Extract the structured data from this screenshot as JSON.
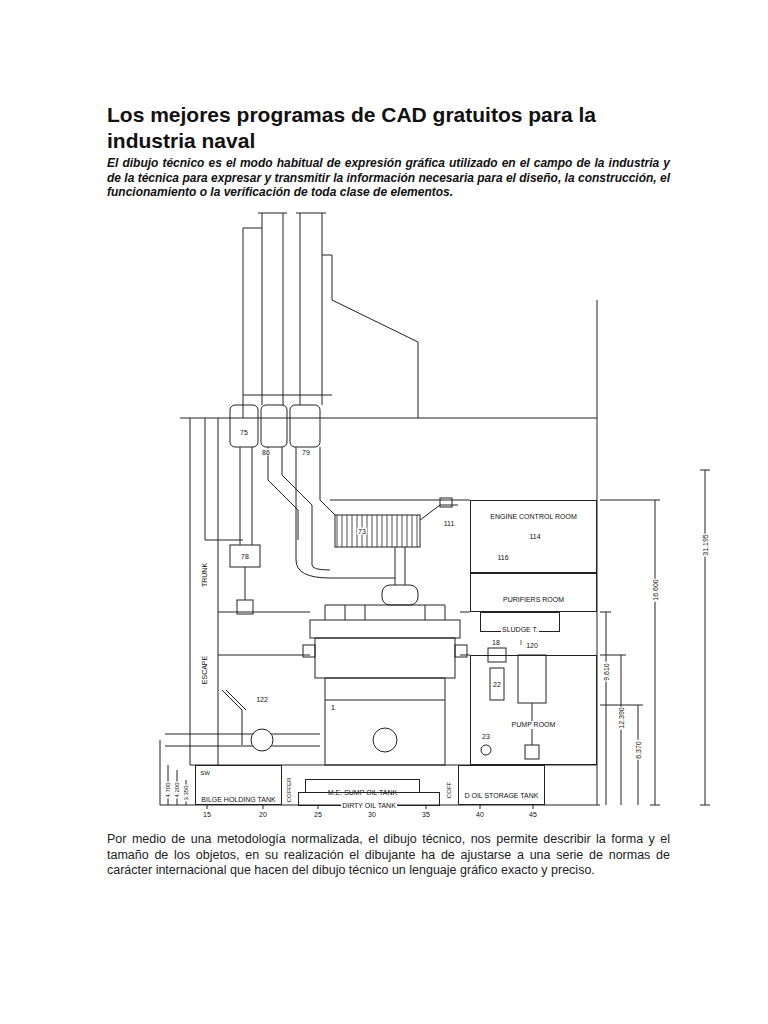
{
  "diagram": {
    "title": "Los mejores programas de CAD gratuitos para la industria naval",
    "caption": "Por medio de una metodología normalizada, el dibujo técnico, nos permite describir la forma y el tamaño de los objetos, en su realización el dibujante ha de ajustarse a una serie de normas de carácter internacional que hacen del dibujo técnico un lenguaje gráfico exacto y preciso.",
    "nodes": [
      {
        "text": [
          "ENGINE CONTROL ROOM"
        ]
      },
      {
        "text": [
          "PURIFIERS ROOM"
        ]
      },
      {
        "text": [
          "SLUDGE T."
        ]
      },
      {
        "text": [
          "PUMP ROOM"
        ]
      },
      {
        "text": [
          "BILGE HOLDING TANK"
        ]
      },
      {
        "text": [
          "M.E. SUMP OIL TANK"
        ]
      },
      {
        "text": [
          "DIRTY OIL TANK"
        ]
      },
      {
        "text": [
          "D OIL STORAGE TANK"
        ]
      }
    ],
    "labels": [
      "El dibujo técnico es el modo habitual de expresión gráfica utilizado en el campo de la industria y de la técnica para expresar y transmitir la información necesaria para el diseño, la construcción, el funcionamiento o la verificación de toda clase de elementos.",
      "75",
      "86",
      "79",
      "78",
      "73",
      "111",
      "114",
      "116",
      "I",
      "18",
      "120",
      "22",
      "1",
      "122",
      "23",
      "TRUNK",
      "ESCAPE",
      "COFFER",
      "COFF",
      "SW",
      "4.700",
      "4.200",
      "3.350",
      "31.195",
      "16.600",
      "9.610",
      "12.390",
      "6.370",
      "15",
      "20",
      "25",
      "30",
      "35",
      "40",
      "45"
    ]
  }
}
